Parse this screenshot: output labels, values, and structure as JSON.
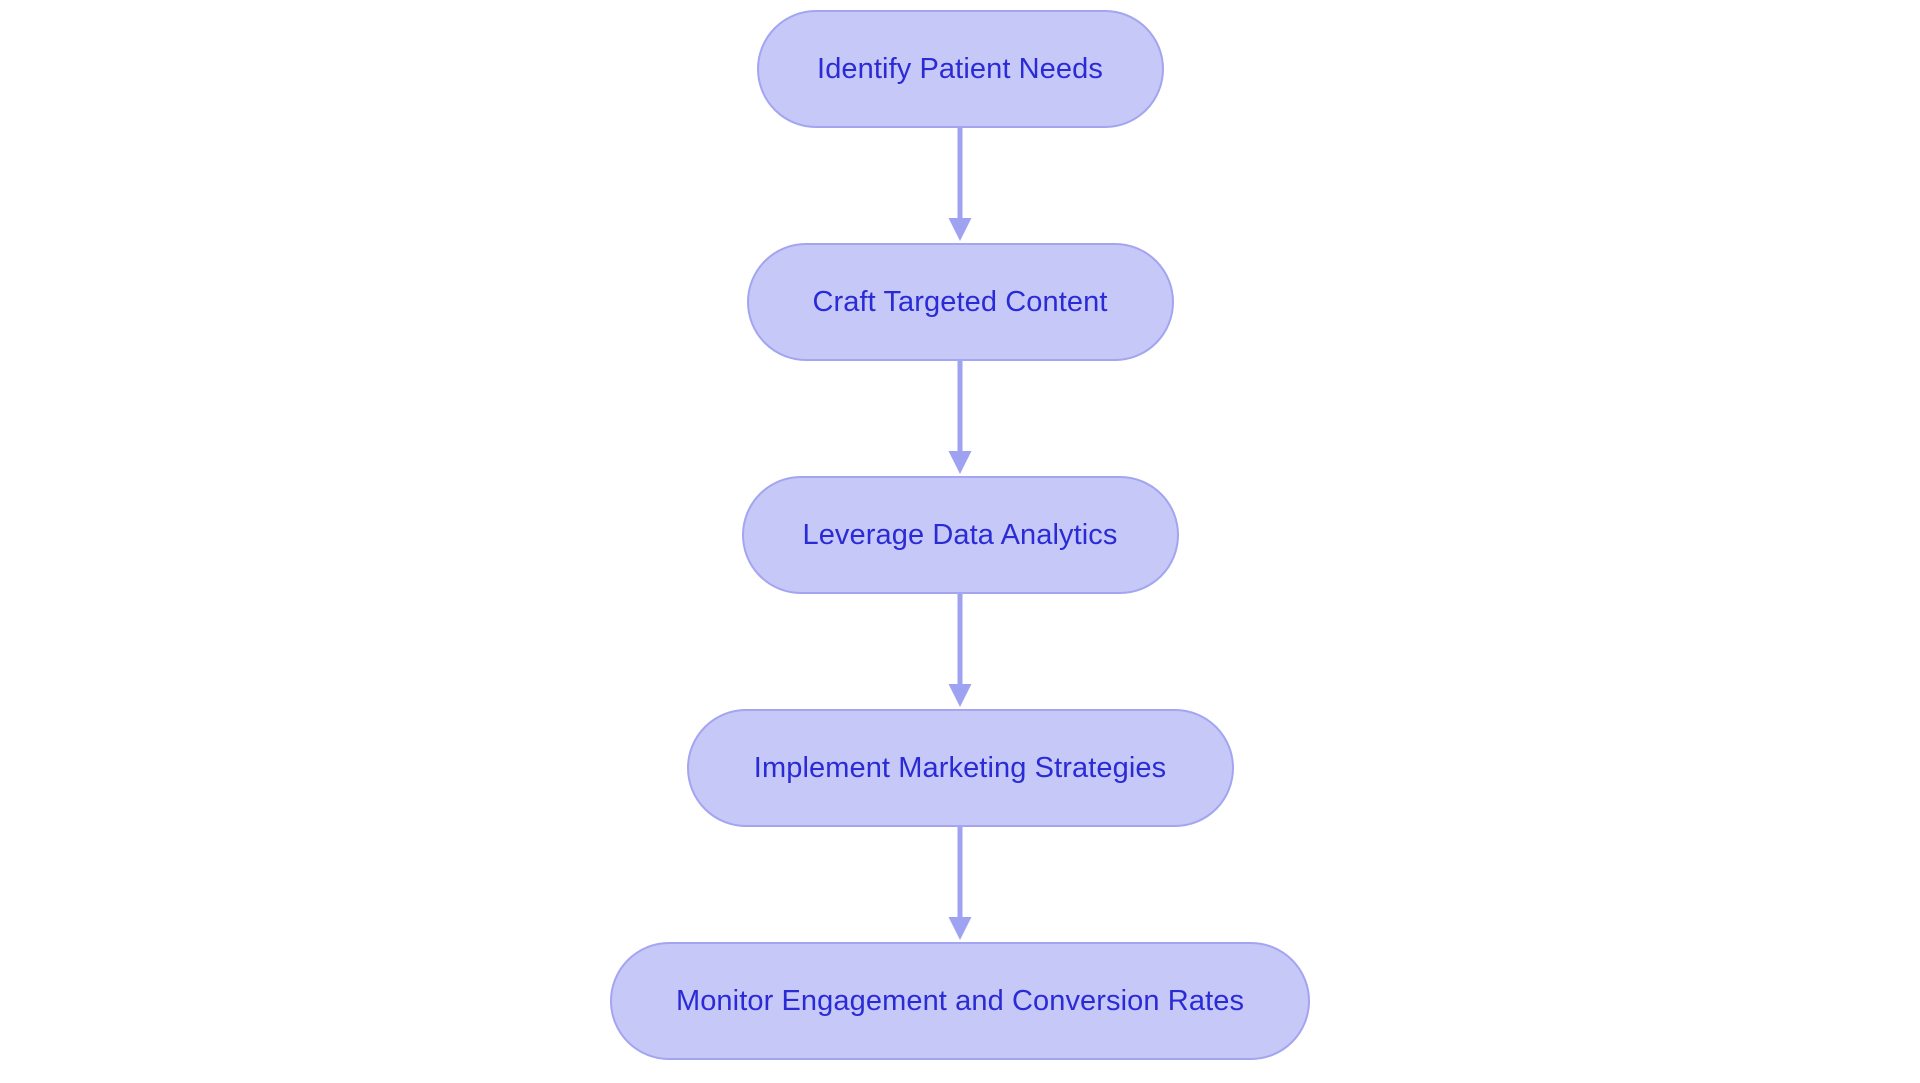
{
  "diagram": {
    "type": "flowchart",
    "orientation": "vertical-top-to-bottom",
    "title": "",
    "background_color": "#ffffff",
    "node_style": {
      "shape": "rounded-pill",
      "fill_color": "#c6c8f8",
      "border_color": "#a3a5f0",
      "text_color": "#2b2bd6"
    },
    "connector_style": {
      "line_color": "#9fa2f0",
      "arrowhead": "filled-triangle-down"
    },
    "nodes": [
      {
        "id": "node-1",
        "label": "Identify Patient Needs"
      },
      {
        "id": "node-2",
        "label": "Craft Targeted Content"
      },
      {
        "id": "node-3",
        "label": "Leverage Data Analytics"
      },
      {
        "id": "node-4",
        "label": "Implement Marketing Strategies"
      },
      {
        "id": "node-5",
        "label": "Monitor Engagement and Conversion Rates"
      }
    ],
    "edges": [
      {
        "id": "edge-1",
        "from": "node-1",
        "to": "node-2",
        "label": ""
      },
      {
        "id": "edge-2",
        "from": "node-2",
        "to": "node-3",
        "label": ""
      },
      {
        "id": "edge-3",
        "from": "node-3",
        "to": "node-4",
        "label": ""
      },
      {
        "id": "edge-4",
        "from": "node-4",
        "to": "node-5",
        "label": ""
      }
    ]
  }
}
